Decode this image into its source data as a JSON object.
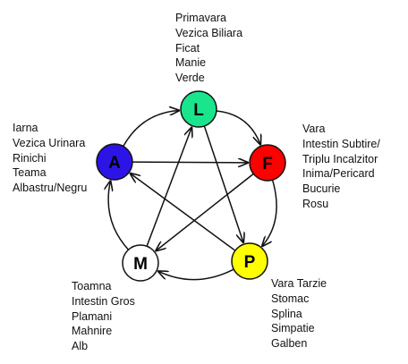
{
  "colors": {
    "line": "#111111",
    "background": "#ffffff"
  },
  "nodes": {
    "L": {
      "letter": "L",
      "fill": "#19e68c",
      "text_color": "#000000"
    },
    "F": {
      "letter": "F",
      "fill": "#ff0000",
      "text_color": "#000000"
    },
    "P": {
      "letter": "P",
      "fill": "#ffff00",
      "text_color": "#000000"
    },
    "M": {
      "letter": "M",
      "fill": "#ffffff",
      "text_color": "#000000"
    },
    "A": {
      "letter": "A",
      "fill": "#2d14e6",
      "text_color": "#000000"
    }
  },
  "labels": {
    "L": [
      "Primavara",
      "Vezica Biliara",
      "Ficat",
      "Manie",
      "Verde"
    ],
    "F": [
      "Vara",
      "Intestin Subtire/",
      "Triplu Incalzitor",
      "Inima/Pericard",
      "Bucurie",
      "Rosu"
    ],
    "P": [
      "Vara Tarzie",
      "Stomac",
      "Splina",
      "Simpatie",
      "Galben"
    ],
    "M": [
      "Toamna",
      "Intestin Gros",
      "Plamani",
      "Mahnire",
      "Alb"
    ],
    "A": [
      "Iarna",
      "Vezica Urinara",
      "Rinichi",
      "Teama",
      "Albastru/Negru"
    ]
  }
}
